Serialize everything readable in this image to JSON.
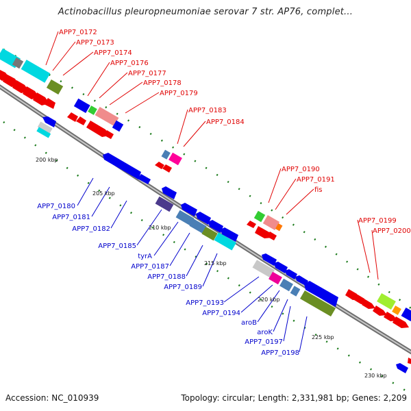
{
  "title": "Actinobacillus pleuropneumoniae serovar 7 str. AP76, complet...",
  "footer": {
    "accession": "Accession: NC_010939",
    "summary": "Topology: circular; Length: 2,331,981 bp; Genes: 2,209"
  },
  "colors": {
    "forward_label": "#e00000",
    "reverse_label": "#0000cc",
    "backbone": "#8a8a8a",
    "tick_dot": "#1a7a1a"
  },
  "ticks": [
    {
      "label": "200 kbp"
    },
    {
      "label": "205 kbp"
    },
    {
      "label": "210 kbp"
    },
    {
      "label": "215 kbp"
    },
    {
      "label": "220 kbp"
    },
    {
      "label": "225 kbp"
    },
    {
      "label": "230 kbp"
    }
  ],
  "forward_labels": [
    "APP7_0172",
    "APP7_0173",
    "APP7_0174",
    "APP7_0176",
    "APP7_0177",
    "APP7_0178",
    "APP7_0179",
    "APP7_0183",
    "APP7_0184",
    "APP7_0190",
    "APP7_0191",
    "fis",
    "APP7_0199",
    "APP7_0200"
  ],
  "reverse_labels": [
    "APP7_0180",
    "APP7_0181",
    "APP7_0182",
    "APP7_0185",
    "tyrA",
    "APP7_0187",
    "APP7_0188",
    "APP7_0189",
    "APP7_0193",
    "APP7_0194",
    "aroB",
    "aroK",
    "APP7_0197",
    "APP7_0198"
  ]
}
